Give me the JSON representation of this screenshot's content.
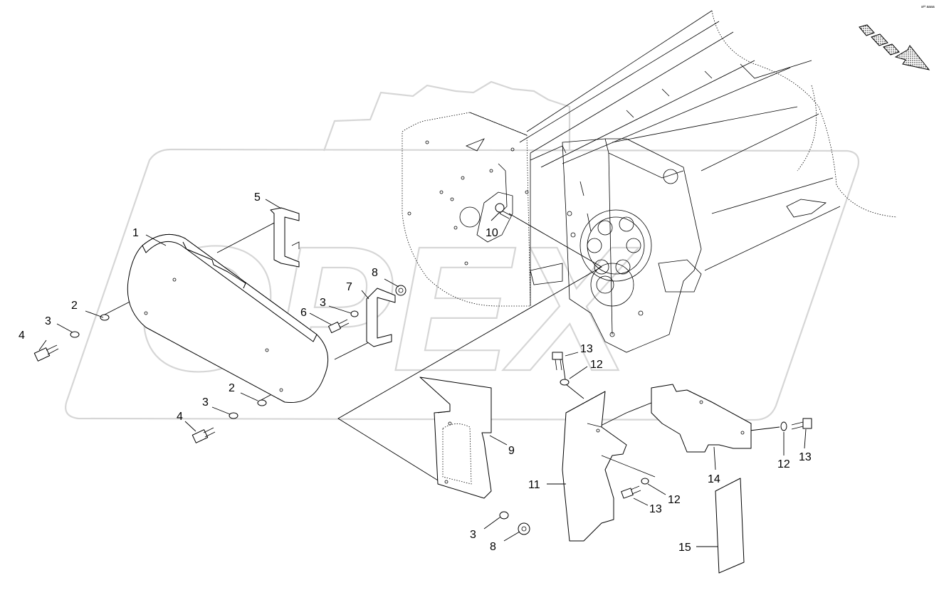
{
  "drawing": {
    "watermark_text": "OPEX",
    "corner_note": "a²² aaaa",
    "callouts": [
      {
        "id": "c1",
        "label": "1"
      },
      {
        "id": "c2a",
        "label": "2"
      },
      {
        "id": "c2b",
        "label": "2"
      },
      {
        "id": "c3a",
        "label": "3"
      },
      {
        "id": "c3b",
        "label": "3"
      },
      {
        "id": "c3c",
        "label": "3"
      },
      {
        "id": "c3d",
        "label": "3"
      },
      {
        "id": "c4a",
        "label": "4"
      },
      {
        "id": "c4b",
        "label": "4"
      },
      {
        "id": "c5",
        "label": "5"
      },
      {
        "id": "c6",
        "label": "6"
      },
      {
        "id": "c7",
        "label": "7"
      },
      {
        "id": "c8a",
        "label": "8"
      },
      {
        "id": "c8b",
        "label": "8"
      },
      {
        "id": "c9",
        "label": "9"
      },
      {
        "id": "c10",
        "label": "10"
      },
      {
        "id": "c11",
        "label": "11"
      },
      {
        "id": "c12a",
        "label": "12"
      },
      {
        "id": "c12b",
        "label": "12"
      },
      {
        "id": "c12c",
        "label": "12"
      },
      {
        "id": "c13a",
        "label": "13"
      },
      {
        "id": "c13b",
        "label": "13"
      },
      {
        "id": "c13c",
        "label": "13"
      },
      {
        "id": "c14",
        "label": "14"
      },
      {
        "id": "c15",
        "label": "15"
      }
    ],
    "icons": {
      "direction_arrow": "direction-arrow-icon"
    }
  }
}
